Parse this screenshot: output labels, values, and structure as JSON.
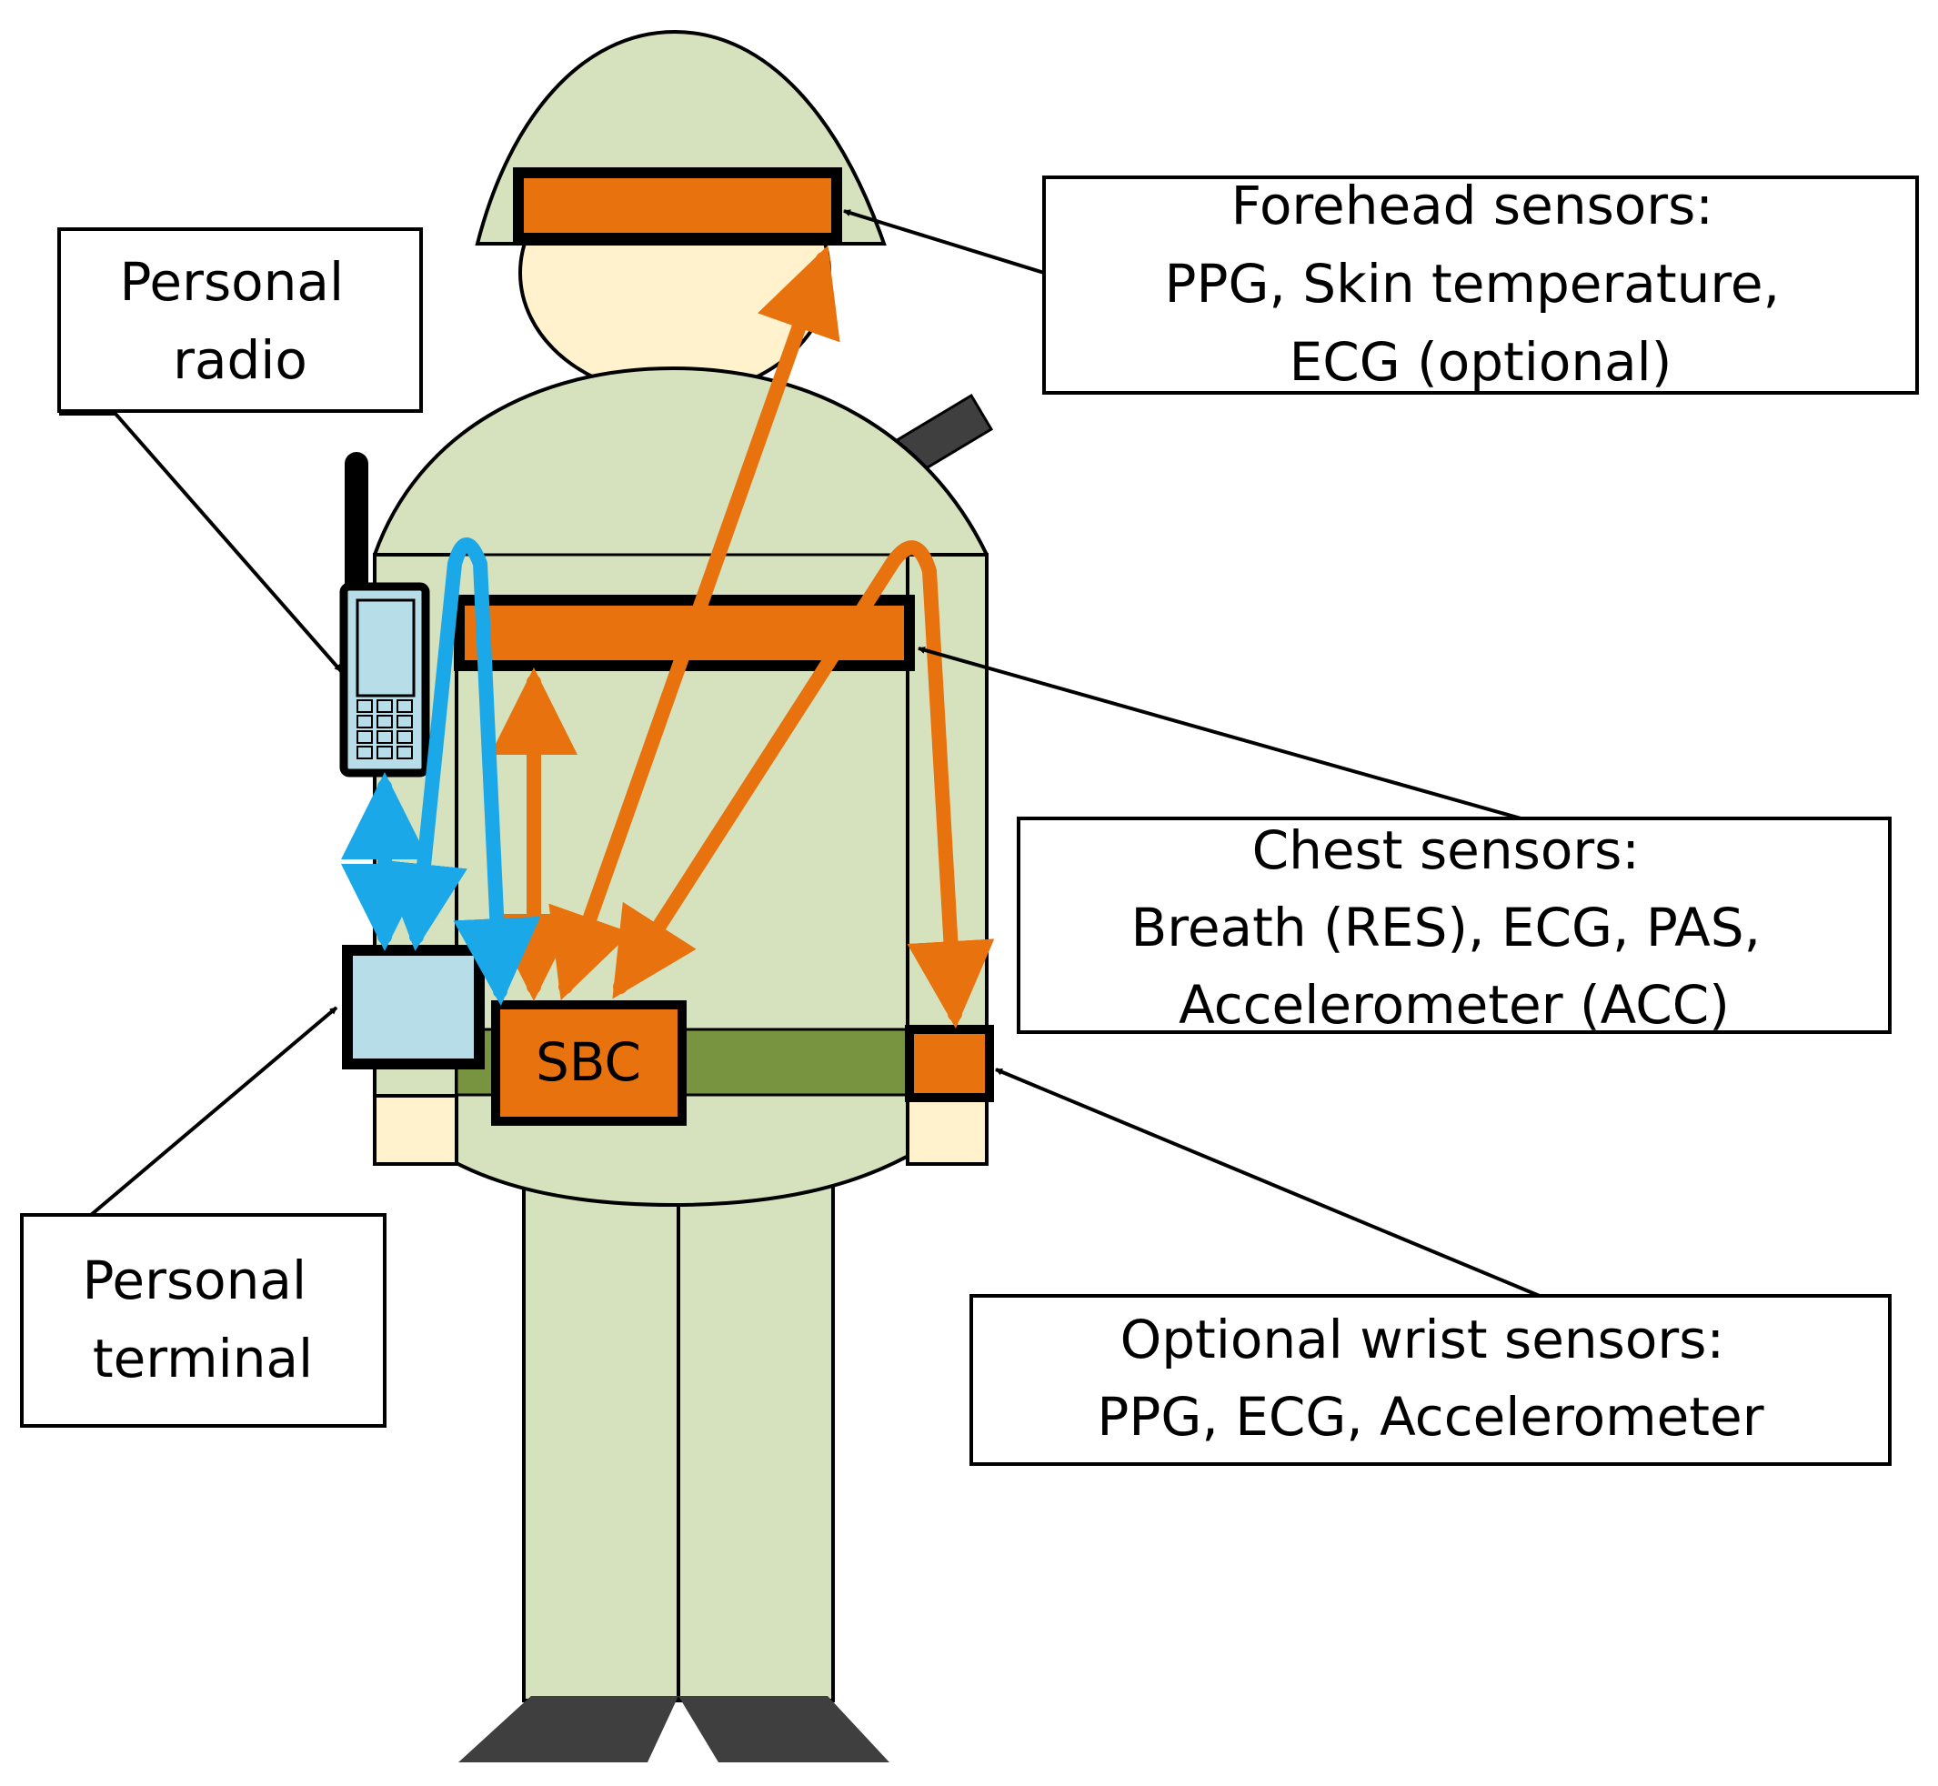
{
  "figure": {
    "colors": {
      "uniform": "#d6e2bd",
      "skin": "#fff2cc",
      "sensor": "#e8720d",
      "terminal": "#b7dde8",
      "wireless": "#1aa8e8",
      "belt": "#789440",
      "dark": "#3f3f3f",
      "outline": "#000000"
    },
    "sbc_label": "SBC",
    "callouts": {
      "forehead": {
        "lines": [
          "Forehead sensors:",
          "PPG, Skin temperature,",
          "ECG (optional)"
        ]
      },
      "radio": {
        "lines": [
          "Personal",
          "radio"
        ]
      },
      "chest": {
        "lines": [
          "Chest sensors:",
          "Breath (RES), ECG, PAS,",
          "Accelerometer (ACC)"
        ]
      },
      "wrist": {
        "lines": [
          "Optional wrist sensors:",
          "PPG, ECG, Accelerometer"
        ]
      },
      "terminal": {
        "lines": [
          "Personal",
          "terminal"
        ]
      }
    }
  }
}
